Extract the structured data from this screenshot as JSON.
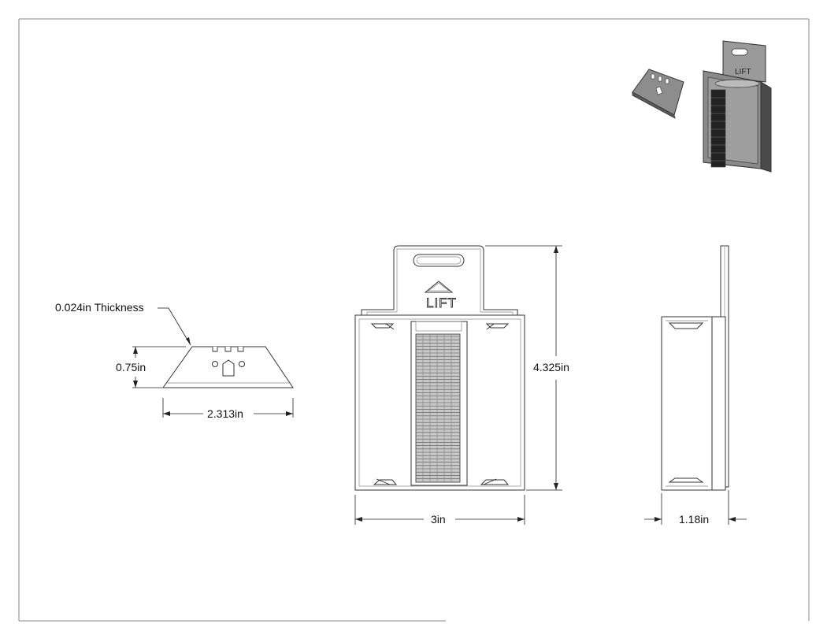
{
  "drawing": {
    "blade": {
      "thickness_note": "0.024in Thickness",
      "height_dim": "0.75in",
      "width_dim": "2.313in"
    },
    "dispenser_front": {
      "height_dim": "4.325in",
      "width_dim": "3in",
      "lift_label": "LIFT"
    },
    "dispenser_side": {
      "depth_dim": "1.18in"
    }
  }
}
